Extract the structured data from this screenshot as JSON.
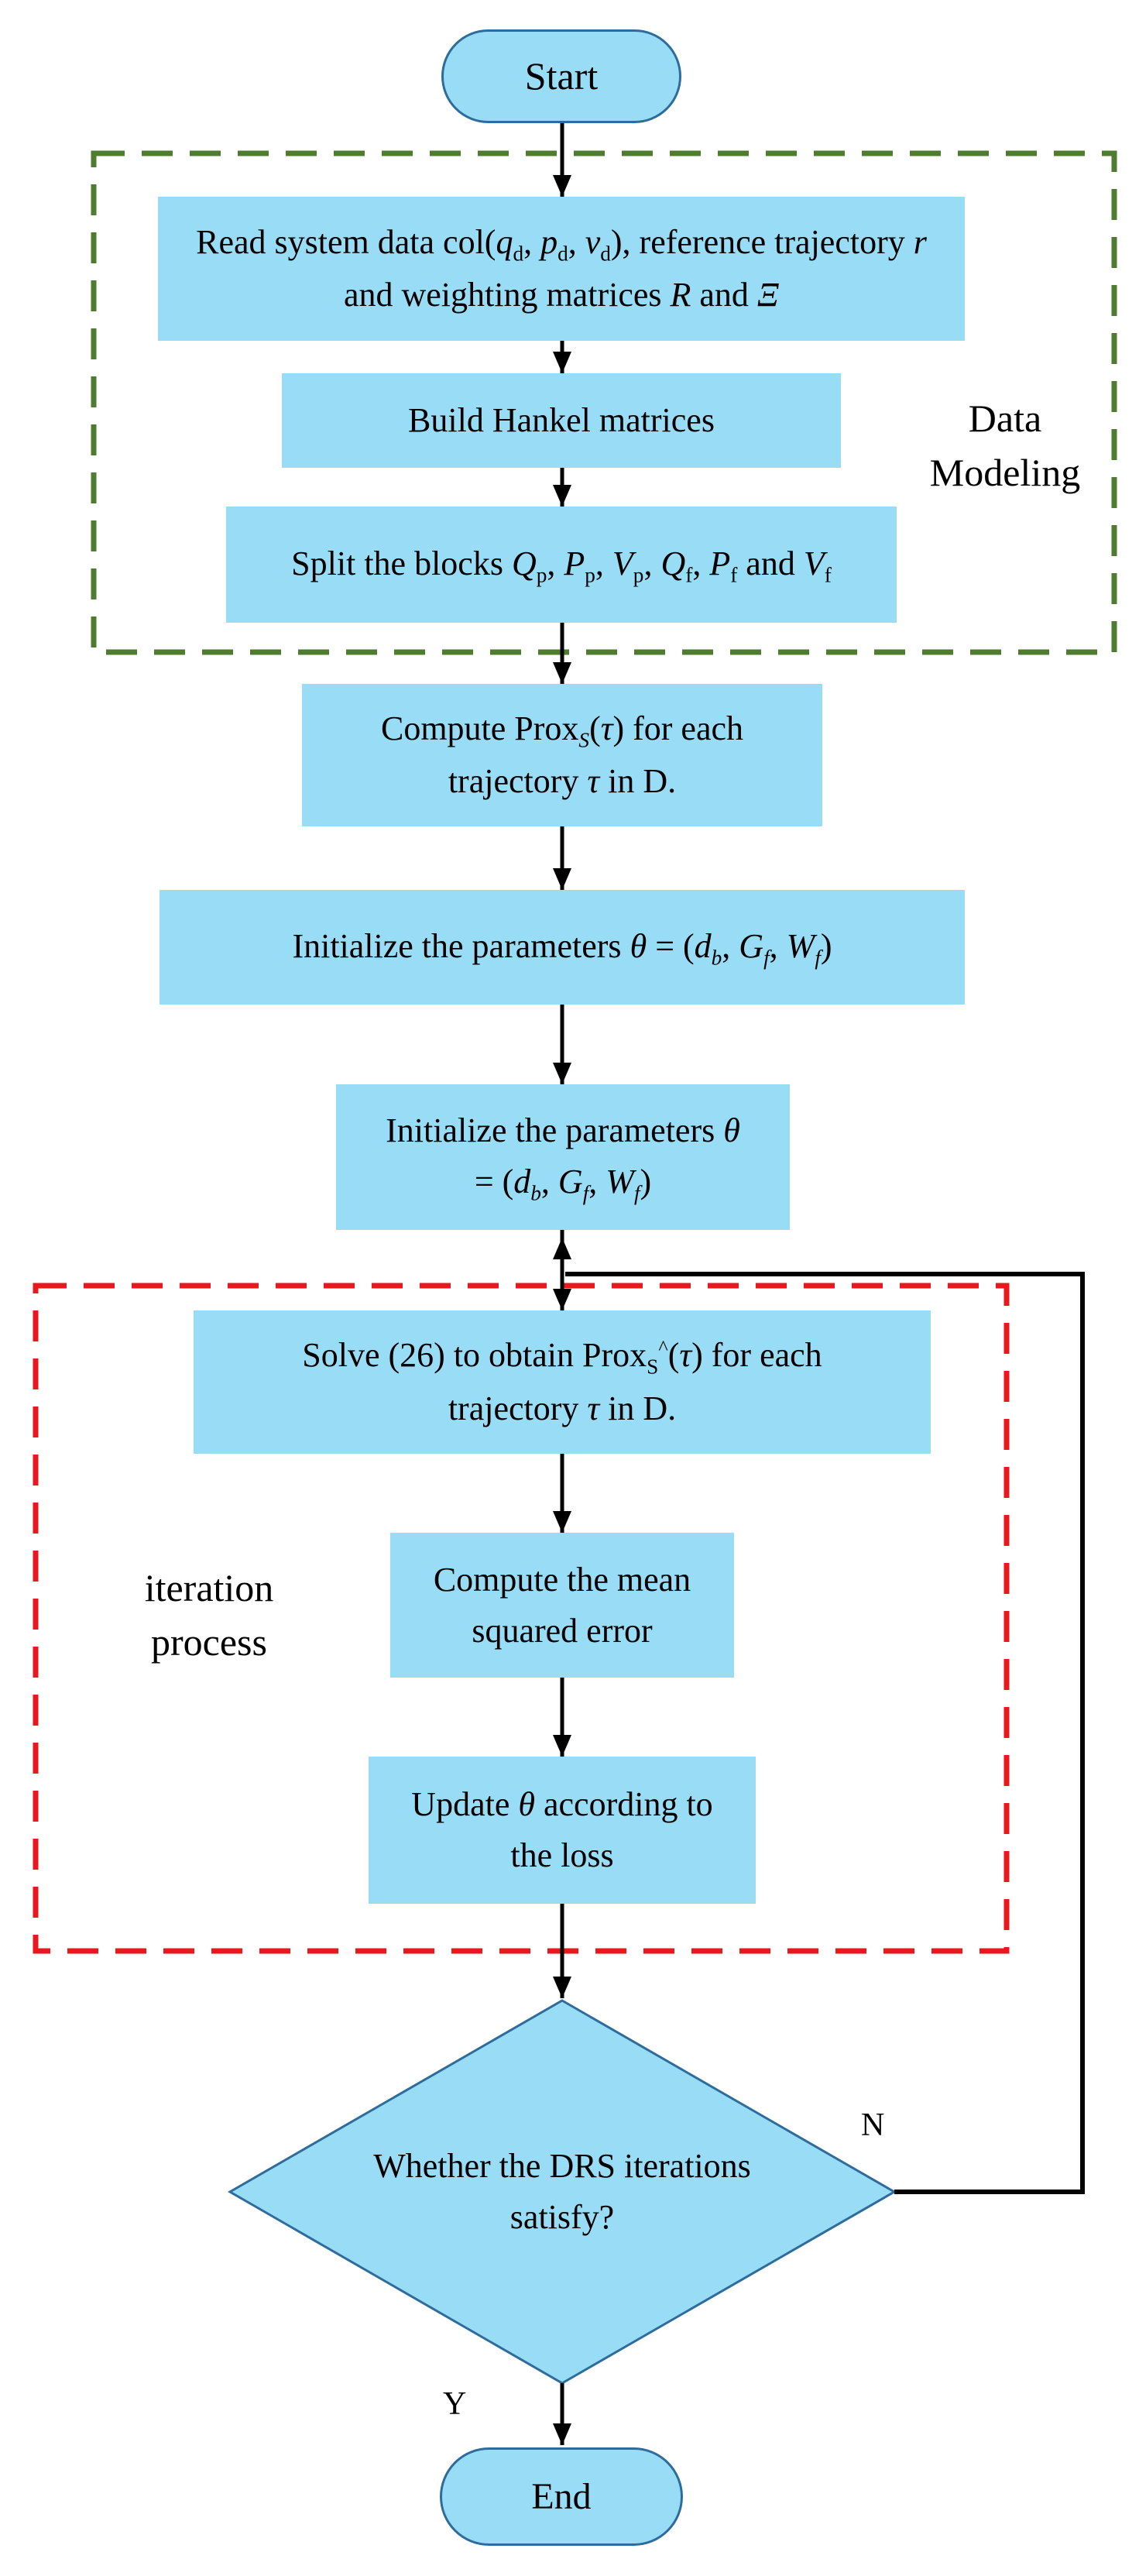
{
  "diagram": {
    "start": "Start",
    "end": "End",
    "step1": {
      "prefix": "Read system data col(",
      "middle": "), reference trajectory ",
      "suffix": " and weighting matrices ",
      "and": " and "
    },
    "step2": "Build Hankel matrices",
    "step3": {
      "prefix": "Split the blocks ",
      "and": " and "
    },
    "step4": {
      "prefix": "Compute Prox",
      "line2": "trajectory ",
      "in": " in D."
    },
    "step5": {
      "prefix": "Initialize the parameters "
    },
    "step6": {
      "prefix": "Initialize the parameters "
    },
    "step7": {
      "prefix": "Solve (26) to obtain Prox",
      "suffix": " for each",
      "line2": "trajectory ",
      "in": " in D."
    },
    "step8": "Compute the mean squared error",
    "step9": {
      "prefix": "Update ",
      "suffix": " according to the loss"
    },
    "decision": "Whether the DRS iterations satisfy?",
    "labels": {
      "data_modeling_line1": "Data",
      "data_modeling_line2": "Modeling",
      "iteration_line1": "iteration",
      "iteration_line2": "process",
      "yes": "Y",
      "no": "N"
    },
    "colors": {
      "box_fill": "#99dcf6",
      "terminal_border": "#2e6c9c",
      "data_modeling_border": "#4e7d2f",
      "iteration_border": "#e8181e",
      "arrow": "#000000"
    }
  }
}
